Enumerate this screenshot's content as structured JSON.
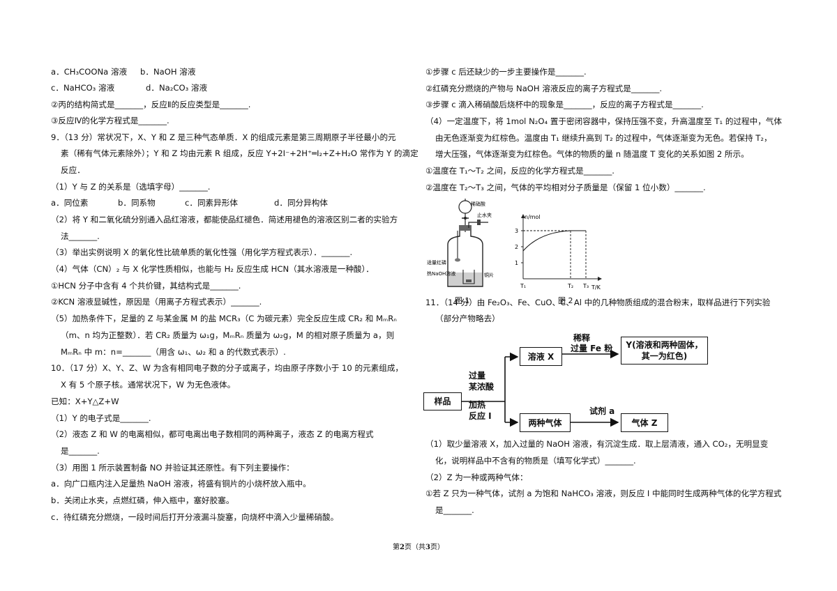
{
  "left": {
    "l1_a": "a．CH₃COONa 溶液",
    "l1_b": "b．NaOH 溶液",
    "l2_c": "c．NaHCO₃ 溶液",
    "l2_d": "d．Na₂CO₃ 溶液",
    "l3": "②丙的结构简式是_______，反应Ⅱ的反应类型是_______.",
    "l4": "③反应Ⅳ的化学方程式是_______.",
    "q9_1": "9．（13 分）常状况下，X、Y 和 Z 是三种气态单质．X 的组成元素是第三周期原子半径最小的元",
    "q9_2": "素（稀有气体元素除外）；Y 和 Z 均由元素 R 组成，反应 Y+2I⁻+2H⁺═I₂+Z+H₂O 常作为 Y 的滴定",
    "q9_3": "反应．",
    "q9_s1": "（1）Y 与 Z 的关系是（选填字母）_______.",
    "q9_s1_a": "a．同位素",
    "q9_s1_b": "b．同系物",
    "q9_s1_c": "c．同素异形体",
    "q9_s1_d": "d．同分异构体",
    "q9_s2_1": "（2）将 Y 和二氧化硫分别通入品红溶液，都能使品红褪色．简述用褪色的溶液区别二者的实验方",
    "q9_s2_2": "法_______.",
    "q9_s3": "（3）举出实例说明 X 的氧化性比硫单质的氧化性强（用化学方程式表示）．_______.",
    "q9_s4": "（4）气体（CN）₂ 与 X 化学性质相似，也能与 H₂ 反应生成 HCN（其水溶液是一种酸）．",
    "q9_s4_1": "①HCN 分子中含有 4 个共价键，其结构式是_______.",
    "q9_s4_2": "②KCN 溶液显碱性，原因是（用离子方程式表示）_______.",
    "q9_s5_1": "（5）加热条件下，足量的 Z 与某金属 M 的盐 MCR₃（C 为碳元素）完全反应生成 CR₂ 和 MₘRₙ",
    "q9_s5_2": "（m、n 均为正整数）．若 CR₂ 质量为 ω₁g，MₘRₙ 质量为 ω₂g，M 的相对原子质量为 a，则",
    "q9_s5_3": "MₘRₙ 中 m：n=_______（用含 ω₁、ω₂ 和 a 的代数式表示）.",
    "q10_1": "10．（17 分）X、Y、Z、W 为含有相同电子数的分子或离子，均由原子序数小于 10 的元素组成，",
    "q10_2": "X 有 5 个原子核。通常状况下，W 为无色液体。",
    "q10_3": "已知：X+Y△Z+W",
    "q10_s1": "（1）Y 的电子式是_______.",
    "q10_s2_1": "（2）液态 Z 和 W 的电离相似，都可电离出电子数相同的两种离子，液态 Z 的电离方程式",
    "q10_s2_2": "是_______.",
    "q10_s3": "（3）用图 1 所示装置制备 NO 并验证其还原性。有下列主要操作：",
    "q10_a": "a．向广口瓶内注入足量热 NaOH 溶液，将盛有铜片的小烧杯放入瓶中。",
    "q10_b": "b．关闭止水夹，点燃红磷，伸入瓶中，塞好胶塞。",
    "q10_c": "c．待红磷充分燃烧，一段时间后打开分液漏斗旋塞，向烧杯中滴入少量稀硝酸。"
  },
  "right": {
    "r1": "①步骤 c 后还缺少的一步主要操作是_______.",
    "r2": "②红磷充分燃烧的产物与 NaOH 溶液反应的离子方程式是_______.",
    "r3": "③步骤 c 滴入稀硝酸后烧杯中的现象是_______，反应的离子方程式是_______.",
    "r4_1": "（4）一定温度下，将 1mol N₂O₄ 置于密闭容器中，保持压强不变，升高温度至 T₁ 的过程中，气体",
    "r4_2": "由无色逐渐变为红棕色。温度由 T₁ 继续升高到 T₂ 的过程中，气体逐渐变为无色。若保持 T₂，",
    "r4_3": "增大压强，气体逐渐变为红棕色。气体的物质的量 n 随温度 T 变化的关系如图 2 所示。",
    "r5": "①温度在 T₁～T₂ 之间，反应的化学方程式是_______.",
    "r6": "②温度在 T₂～T₃ 之间，气体的平均相对分子质量是（保留 1 位小数）_______.",
    "q11_1": "11．（14 分）由 Fe₂O₃、Fe、CuO、C、Al 中的几种物质组成的混合粉末，取样品进行下列实验",
    "q11_2": "（部分产物略去）",
    "q11_s1_1": "（1）取少量溶液 X，加入过量的 NaOH 溶液，有沉淀生成．取上层清液，通入 CO₂，无明显变",
    "q11_s1_2": "化，说明样品中不含有的物质是（填写化学式）_______.",
    "q11_s2": "（2）Z 为一种或两种气体：",
    "q11_s2_1": "①若 Z 只为一种气体，试剂 a 为饱和 NaHCO₃ 溶液，则反应 I 中能同时生成两种气体的化学方程式",
    "q11_s2_2": "是_______."
  },
  "fig1": {
    "label_acid": "稀硝酸",
    "label_clamp": "止水夹",
    "label_p": "适量红磷",
    "label_naoh": "热NaOH溶液",
    "label_cu": "铜片",
    "caption": "图 1"
  },
  "fig2": {
    "ylabel": "n/mol",
    "xlabel": "T/K",
    "y_ticks": [
      "1",
      "2",
      "3"
    ],
    "x_ticks": [
      "T₁",
      "T₂",
      "T₃"
    ],
    "caption": "图 2"
  },
  "flow": {
    "sample": "样品",
    "reagent_top_1": "过量",
    "reagent_top_2": "某浓酸",
    "reagent_bot_1": "加热",
    "reagent_bot_2": "反应 I",
    "solution_x": "溶液 X",
    "dilute_1": "稀释",
    "dilute_2": "过量 Fe 粉",
    "y_box_1": "Y(溶液和两种固体，",
    "y_box_2": "其一为红色)",
    "two_gases": "两种气体",
    "reagent_a": "试剂 a",
    "gas_z": "气体 Z"
  },
  "footer": {
    "pre": "第",
    "page": "2",
    "mid": "页（共",
    "total": "3",
    "post": "页）"
  }
}
